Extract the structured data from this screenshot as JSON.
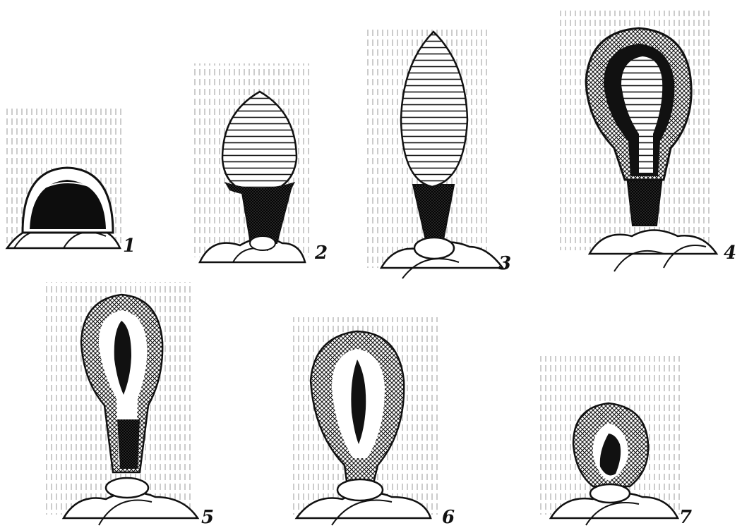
{
  "figure": {
    "panels": [
      {
        "label": "1"
      },
      {
        "label": "2"
      },
      {
        "label": "3"
      },
      {
        "label": "4"
      },
      {
        "label": "5"
      },
      {
        "label": "6"
      },
      {
        "label": "7"
      }
    ]
  }
}
